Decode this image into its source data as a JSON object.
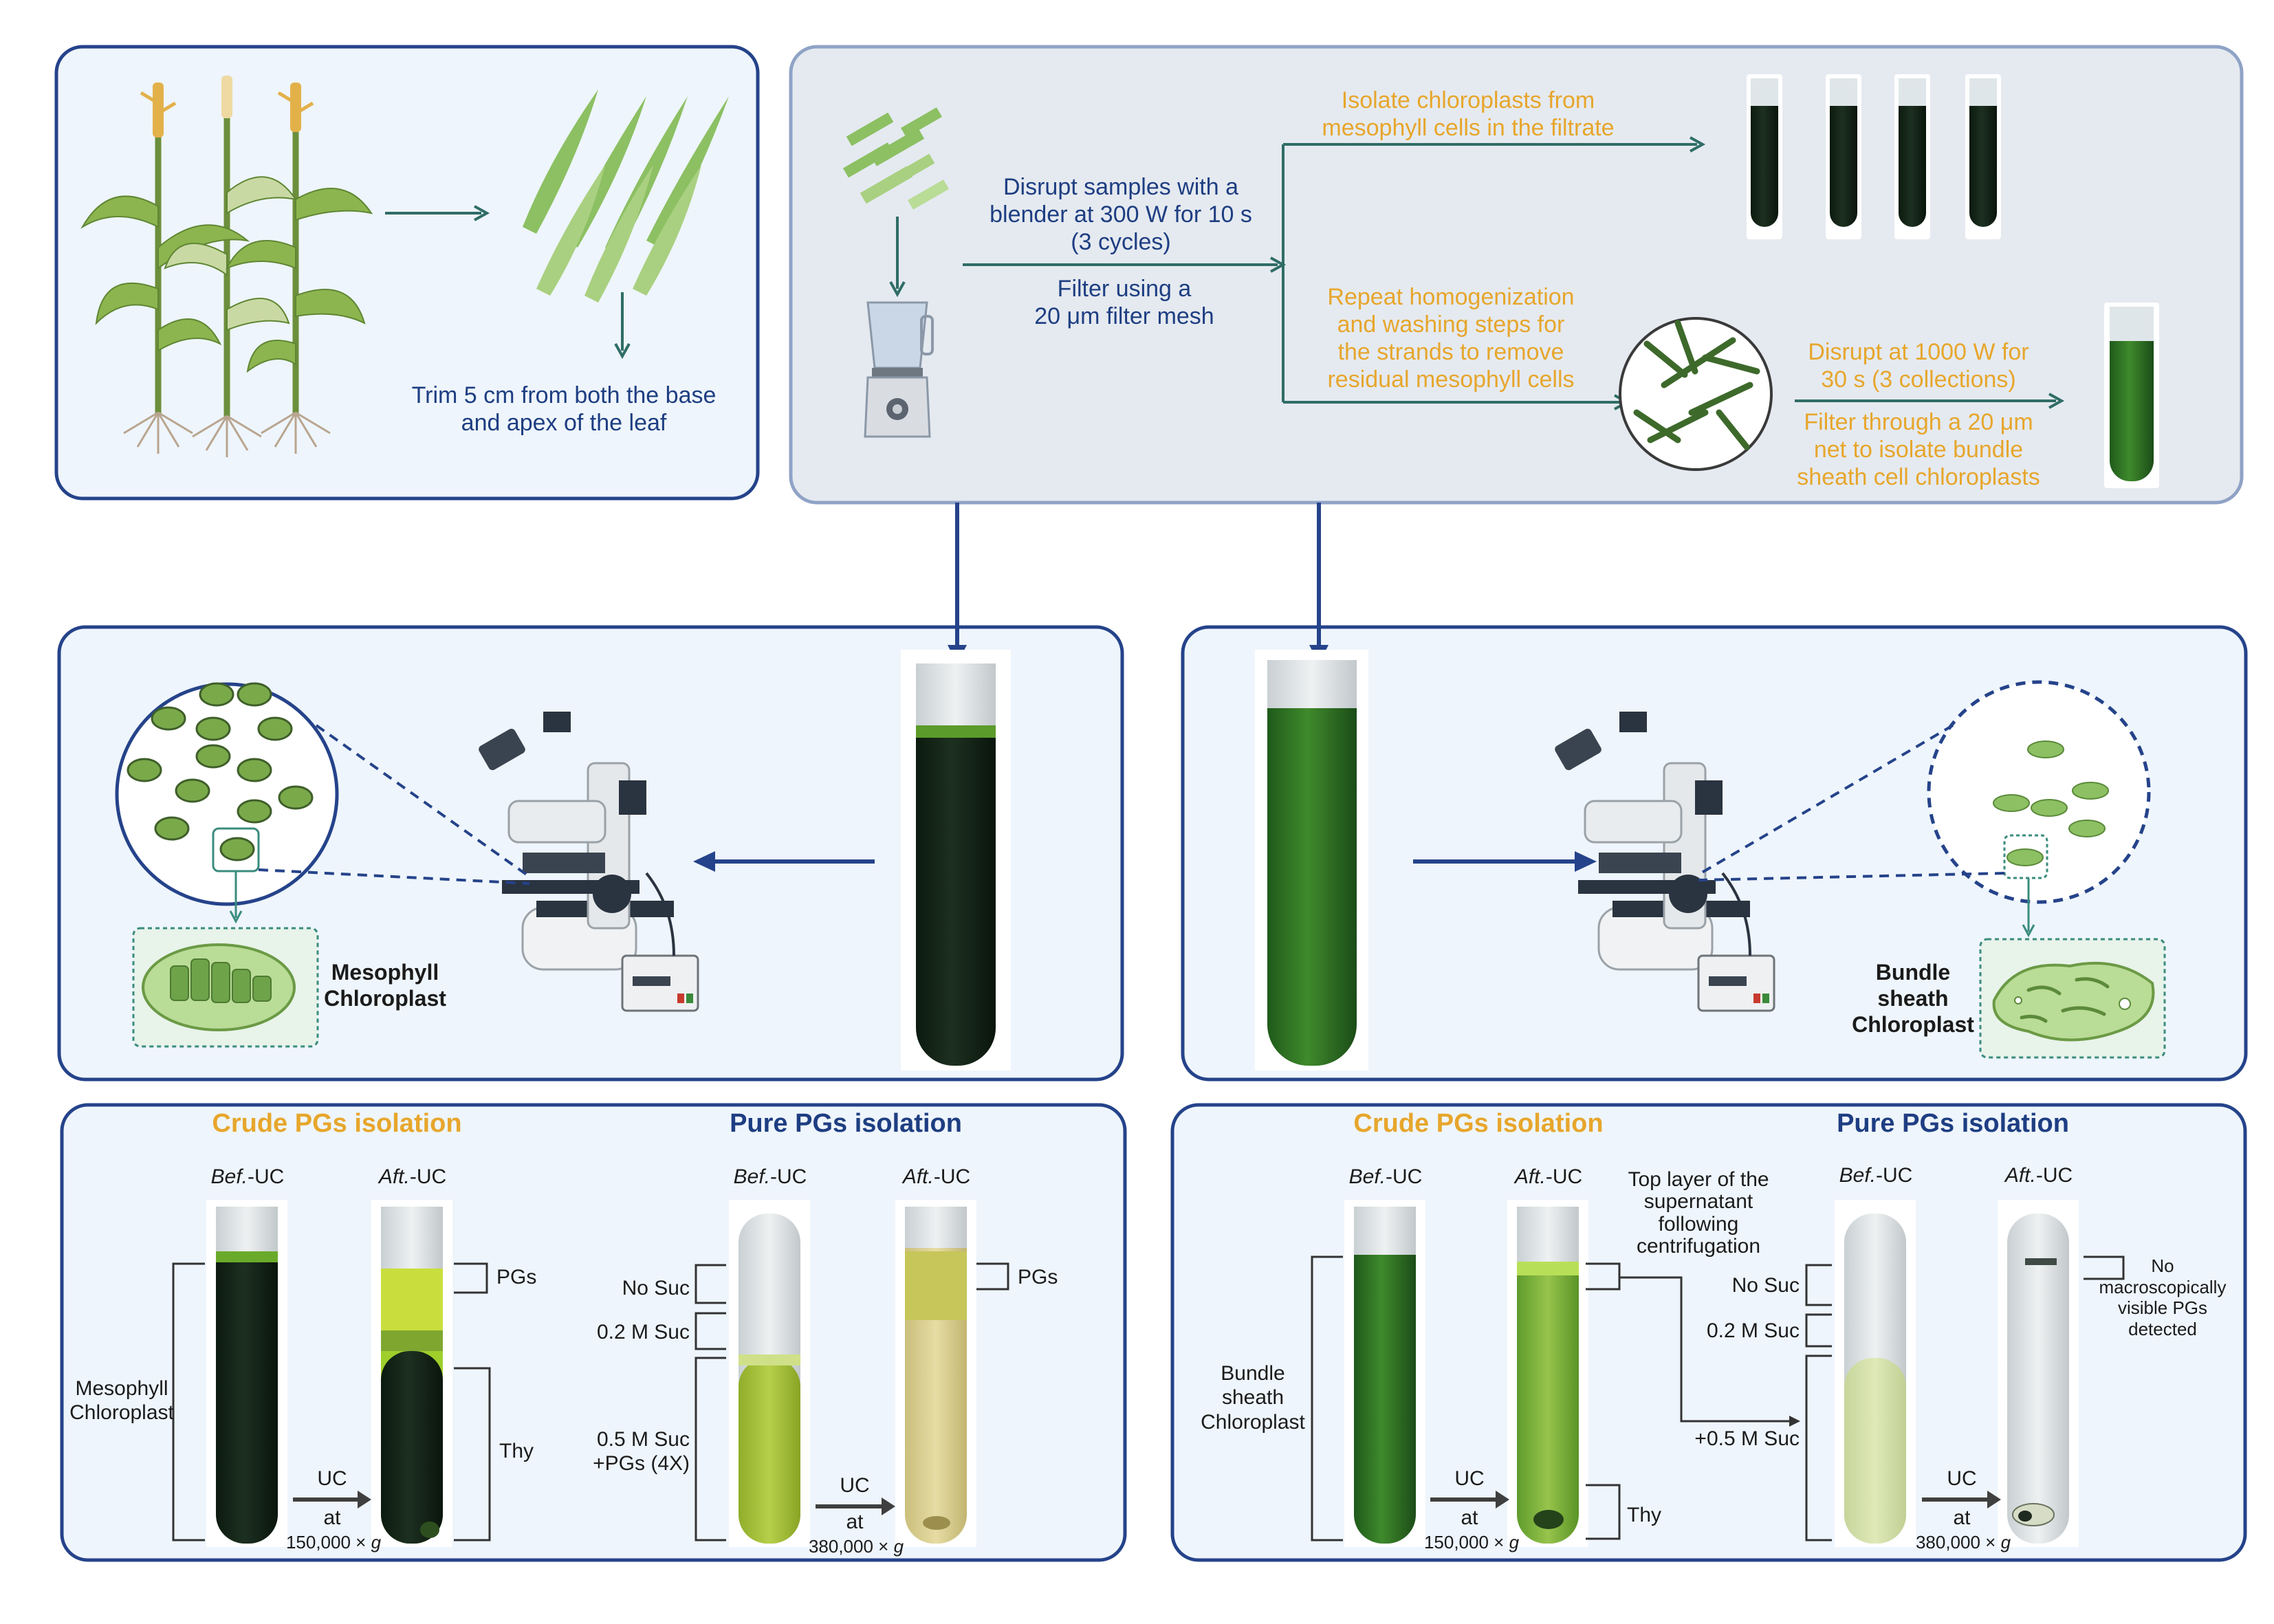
{
  "panel_top_left": {
    "trim_text": [
      "Trim 5 cm from both the base",
      "and apex of the leaf"
    ]
  },
  "panel_top_right": {
    "disrupt_text": [
      "Disrupt samples with a",
      "blender at 300 W for 10 s",
      "(3 cycles)"
    ],
    "filter_text": [
      "Filter using a",
      "20 μm filter mesh"
    ],
    "isolate_text": [
      "Isolate chloroplasts from",
      "mesophyll cells in the filtrate"
    ],
    "repeat_text": [
      "Repeat homogenization",
      "and washing steps for",
      "the strands to remove",
      "residual mesophyll cells"
    ],
    "disrupt2_text": [
      "Disrupt at 1000 W for",
      "30 s (3 collections)"
    ],
    "filter2_text": [
      "Filter through a 20 μm",
      "net to isolate bundle",
      "sheath cell chloroplasts"
    ]
  },
  "panel_mid_left": {
    "label": [
      "Mesophyll",
      "Chloroplast"
    ]
  },
  "panel_mid_right": {
    "label": [
      "Bundle",
      "sheath",
      "Chloroplast"
    ]
  },
  "panel_bottom_left": {
    "crude_title": "Crude PGs isolation",
    "pure_title": "Pure PGs isolation",
    "bef_prefix": "Bef.",
    "aft_prefix": "Aft.",
    "uc_suffix": "-UC",
    "sample_label": [
      "Mesophyll",
      "Chloroplast"
    ],
    "pgs": "PGs",
    "thy": "Thy",
    "no_suc": "No Suc",
    "suc_02": "0.2 M Suc",
    "suc_05": [
      "0.5 M Suc",
      "+PGs (4X)"
    ],
    "uc": "UC",
    "at": "at",
    "speed1": "150,000 ×",
    "speed2": "380,000 ×",
    "g": "g",
    "pgs2": "PGs"
  },
  "panel_bottom_right": {
    "crude_title": "Crude PGs isolation",
    "pure_title": "Pure PGs isolation",
    "bef_prefix": "Bef.",
    "aft_prefix": "Aft.",
    "uc_suffix": "-UC",
    "sample_label": [
      "Bundle",
      "sheath",
      "Chloroplast"
    ],
    "top_layer": [
      "Top layer of the",
      "supernatant",
      "following",
      "centrifugation"
    ],
    "thy": "Thy",
    "no_suc": "No Suc",
    "suc_02": "0.2 M Suc",
    "suc_05": "+0.5 M Suc",
    "uc": "UC",
    "at": "at",
    "speed1": "150,000 ×",
    "speed2": "380,000 ×",
    "g": "g",
    "no_pgs": [
      "No",
      "macroscopically",
      "visible PGs",
      "detected"
    ]
  },
  "colors": {
    "panel_border": "#25438a",
    "arrow_blue": "#25438a",
    "arrow_teal": "#2f6d66",
    "title_orange": "#e7a62c",
    "text_blue": "#1e3e82",
    "leaf_green": "#8cc063"
  }
}
